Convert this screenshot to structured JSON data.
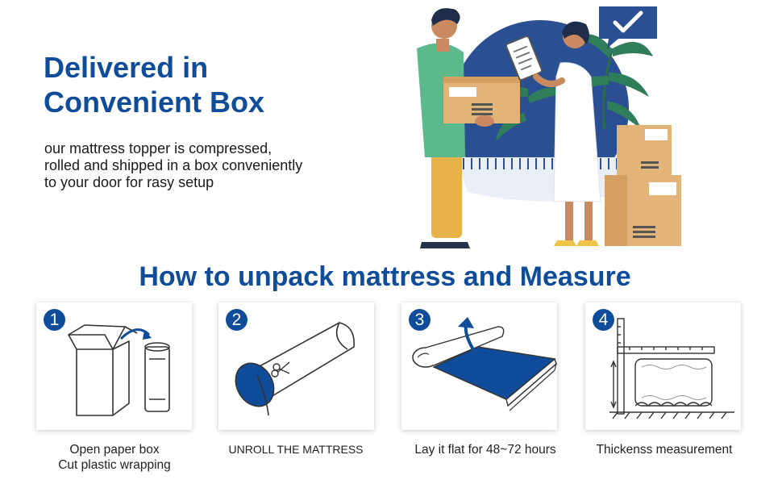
{
  "header": {
    "title_line1": "Delivered in",
    "title_line2": "Convenient Box",
    "description_lines": [
      "our mattress topper is compressed,",
      "rolled and shipped in a box conveniently",
      "to your door for rasy setup"
    ]
  },
  "hero": {
    "icons": [
      "person-carrying-box-icon",
      "person-with-clipboard-icon",
      "checkmark-speech-bubble-icon",
      "stacked-boxes-icon",
      "palm-plant-icon"
    ]
  },
  "section": {
    "title": "How to unpack mattress and Measure"
  },
  "steps": [
    {
      "number": "1",
      "caption_lines": [
        "Open paper box",
        "Cut plastic wrapping"
      ],
      "icon": "box-and-roll-icon"
    },
    {
      "number": "2",
      "caption_lines": [
        "UNROLL THE MATTRESS"
      ],
      "icon": "rolled-mattress-scissors-icon"
    },
    {
      "number": "3",
      "caption_lines": [
        "Lay it flat for 48~72 hours"
      ],
      "icon": "unrolling-mattress-icon"
    },
    {
      "number": "4",
      "caption_lines": [
        "Thickenss measurement"
      ],
      "icon": "ruler-measurement-icon"
    }
  ],
  "colors": {
    "brand_blue": "#0f4c9a",
    "box_tan": "#e2b47a",
    "plant_green": "#2f7d5a",
    "shirt_green": "#5cb98c"
  }
}
